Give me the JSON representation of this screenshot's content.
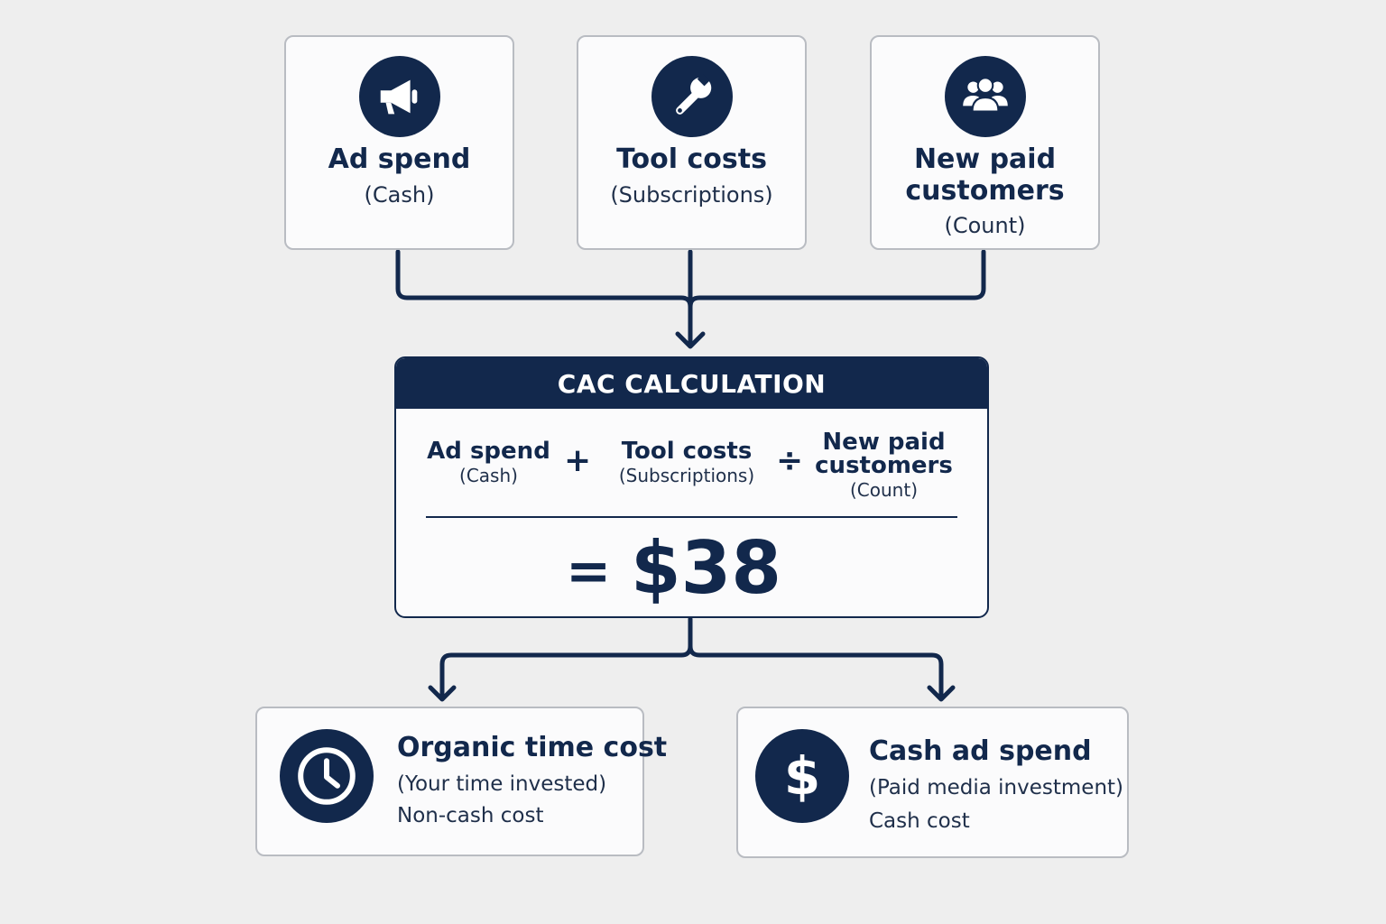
{
  "inputs": [
    {
      "icon": "megaphone-icon",
      "title": "Ad spend",
      "subtitle": "(Cash)"
    },
    {
      "icon": "wrench-icon",
      "title": "Tool costs",
      "subtitle": "(Subscriptions)"
    },
    {
      "icon": "people-icon",
      "title_line1": "New paid",
      "title_line2": "customers",
      "subtitle": "(Count)"
    }
  ],
  "calculation": {
    "header": "CAC CALCULATION",
    "term1": {
      "title": "Ad spend",
      "subtitle": "(Cash)"
    },
    "plus": "+",
    "term2": {
      "title": "Tool costs",
      "subtitle": "(Subscriptions)"
    },
    "divide": "÷",
    "term3": {
      "title_line1": "New paid",
      "title_line2": "customers",
      "subtitle": "(Count)"
    },
    "equals": "=",
    "result": "$38"
  },
  "outputs": [
    {
      "icon": "clock-icon",
      "title": "Organic time cost",
      "line1": "(Your time invested)",
      "line2": "Non-cash cost"
    },
    {
      "icon": "dollar-icon",
      "symbol": "$",
      "title": "Cash ad spend",
      "line1": "(Paid media investment)",
      "line2": "Cash cost"
    }
  ],
  "colors": {
    "navy": "#12284c",
    "background": "#eeeeee",
    "card": "#fbfbfc",
    "border": "#b9bcc2"
  }
}
